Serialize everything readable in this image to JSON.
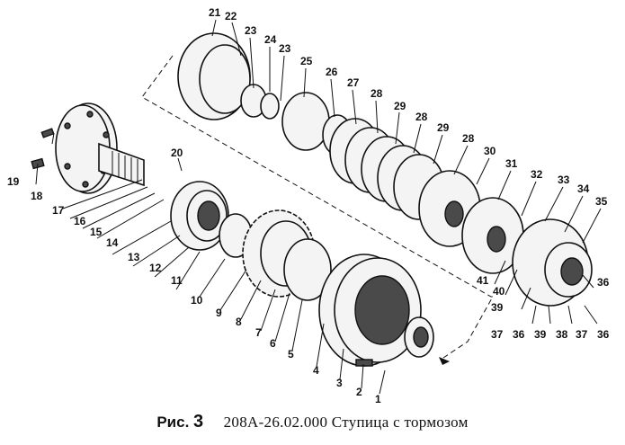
{
  "caption": {
    "figure_prefix": "Рис.",
    "figure_number": "3",
    "title": "208А-26.02.000 Ступица с тормозом"
  },
  "callouts": [
    "1",
    "2",
    "3",
    "4",
    "5",
    "6",
    "7",
    "8",
    "9",
    "10",
    "11",
    "12",
    "13",
    "14",
    "15",
    "16",
    "17",
    "18",
    "19",
    "20",
    "21",
    "22",
    "23",
    "24",
    "23",
    "25",
    "26",
    "27",
    "28",
    "29",
    "28",
    "29",
    "28",
    "30",
    "31",
    "32",
    "33",
    "34",
    "35",
    "36",
    "37",
    "38",
    "39",
    "36",
    "37",
    "39",
    "40",
    "41"
  ]
}
